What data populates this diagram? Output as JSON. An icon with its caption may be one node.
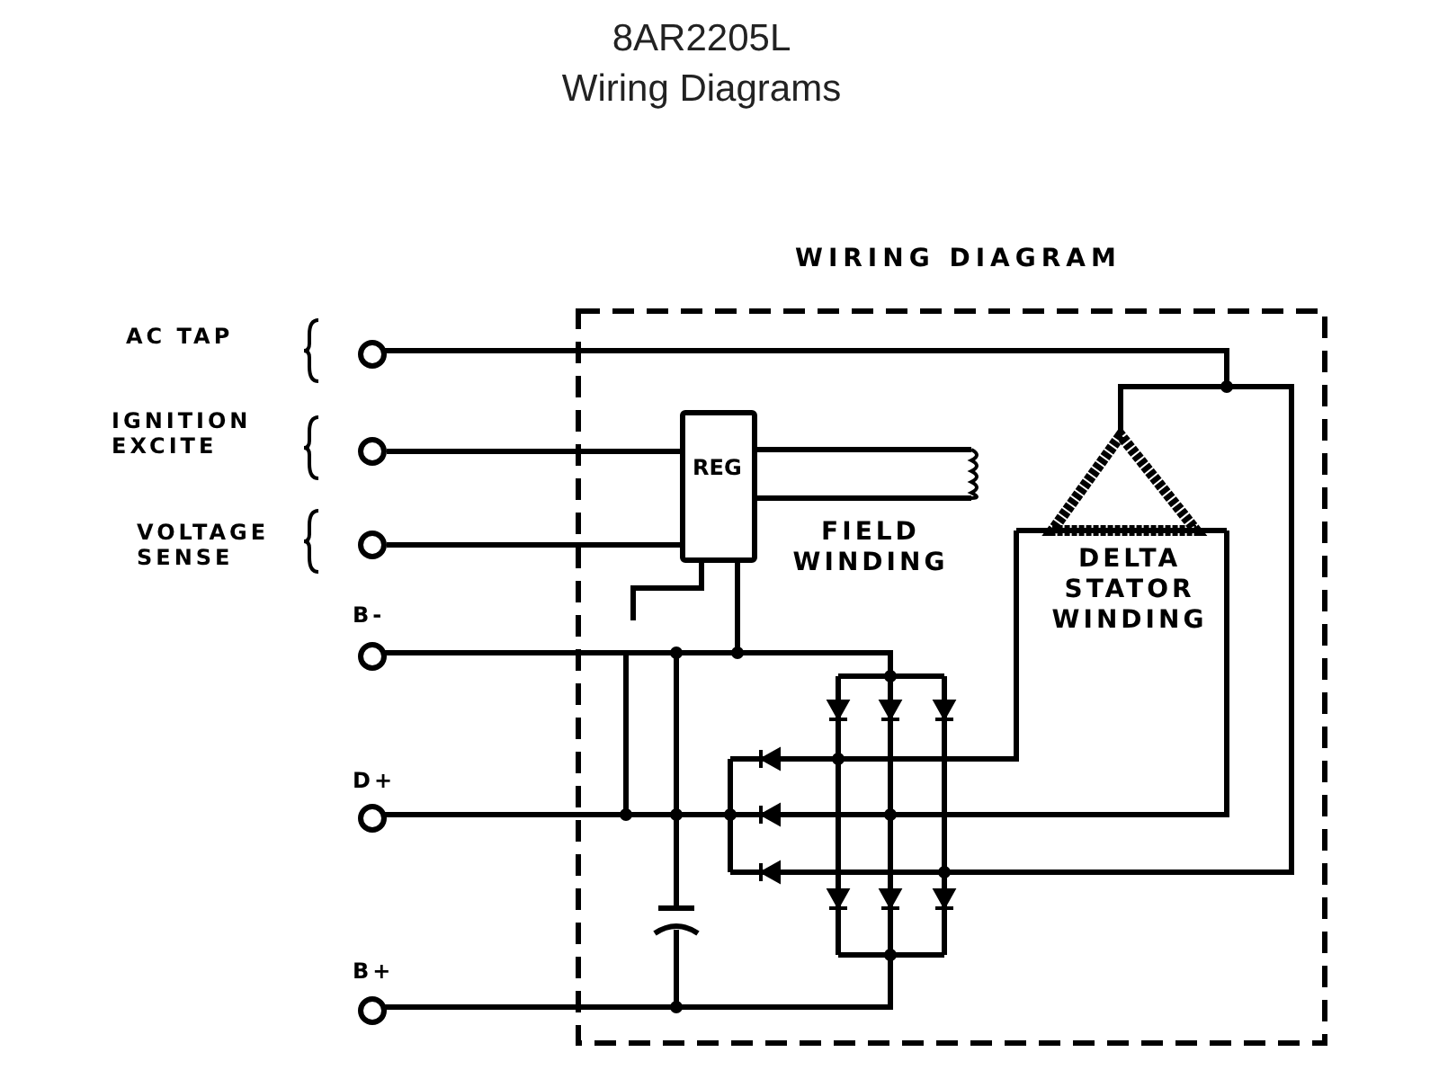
{
  "diagram": {
    "title": "8AR2205L Wiring Diagrams",
    "nodes": [
      {
        "text": [],
        "shape": "circle"
      },
      {
        "text": [],
        "shape": "circle"
      },
      {
        "text": [],
        "shape": "circle"
      },
      {
        "text": [],
        "shape": "circle",
        "beside": [
          "B-"
        ]
      },
      {
        "text": [],
        "shape": "circle",
        "beside": [
          "D+"
        ]
      },
      {
        "text": [],
        "shape": "circle",
        "beside": [
          "B+"
        ]
      },
      {
        "text": [
          "WIRING DIAGRAM"
        ]
      },
      {
        "text": [
          "REG"
        ],
        "in": 6
      }
    ],
    "edges": [
      {
        "from": 1,
        "to": 7,
        "arrow": "none"
      },
      {
        "from": 2,
        "to": 7,
        "arrow": "none"
      }
    ],
    "labels": [
      "AC TAP",
      "IGNITION EXCITE",
      "VOLTAGE SENSE",
      "FIELD WINDING",
      "DELTA STATOR WINDING"
    ]
  }
}
